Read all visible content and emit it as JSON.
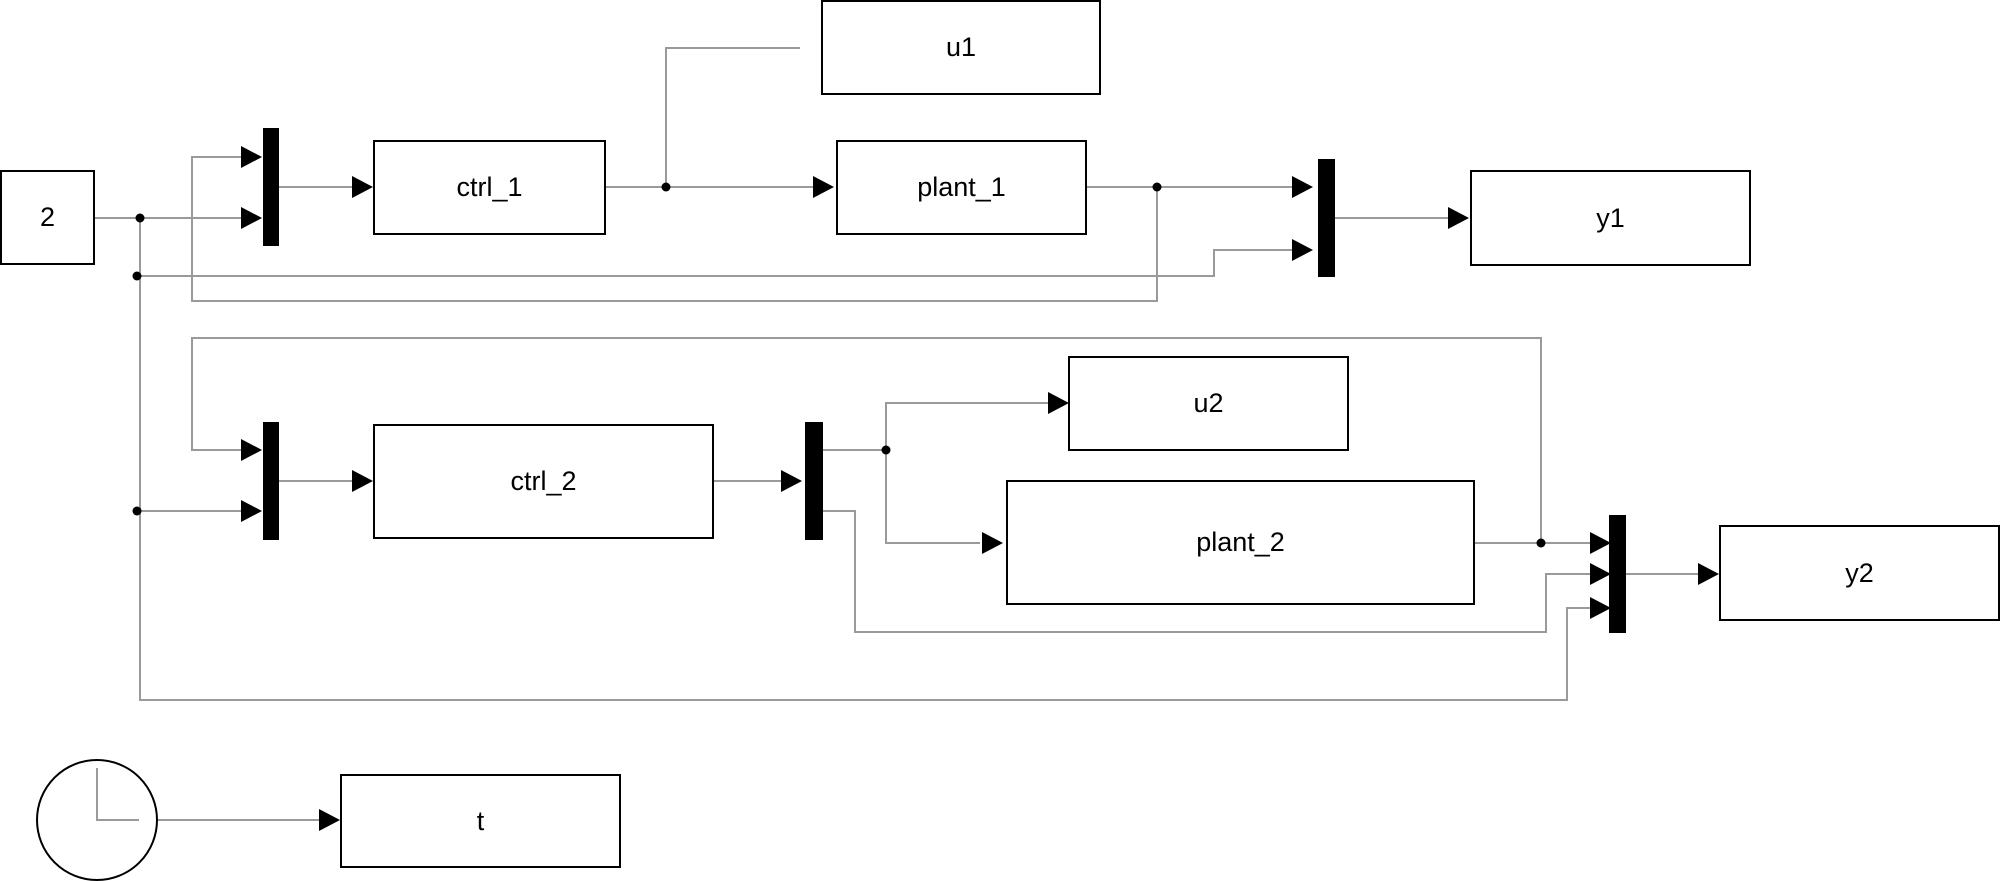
{
  "diagram": {
    "type": "block-diagram",
    "blocks": {
      "constant": {
        "label": "2"
      },
      "ctrl_1": {
        "label": "ctrl_1"
      },
      "plant_1": {
        "label": "plant_1"
      },
      "u1": {
        "label": "u1"
      },
      "y1": {
        "label": "y1"
      },
      "ctrl_2": {
        "label": "ctrl_2"
      },
      "plant_2": {
        "label": "plant_2"
      },
      "u2": {
        "label": "u2"
      },
      "y2": {
        "label": "y2"
      },
      "t": {
        "label": "t"
      }
    },
    "clock_icon": "clock-icon"
  }
}
